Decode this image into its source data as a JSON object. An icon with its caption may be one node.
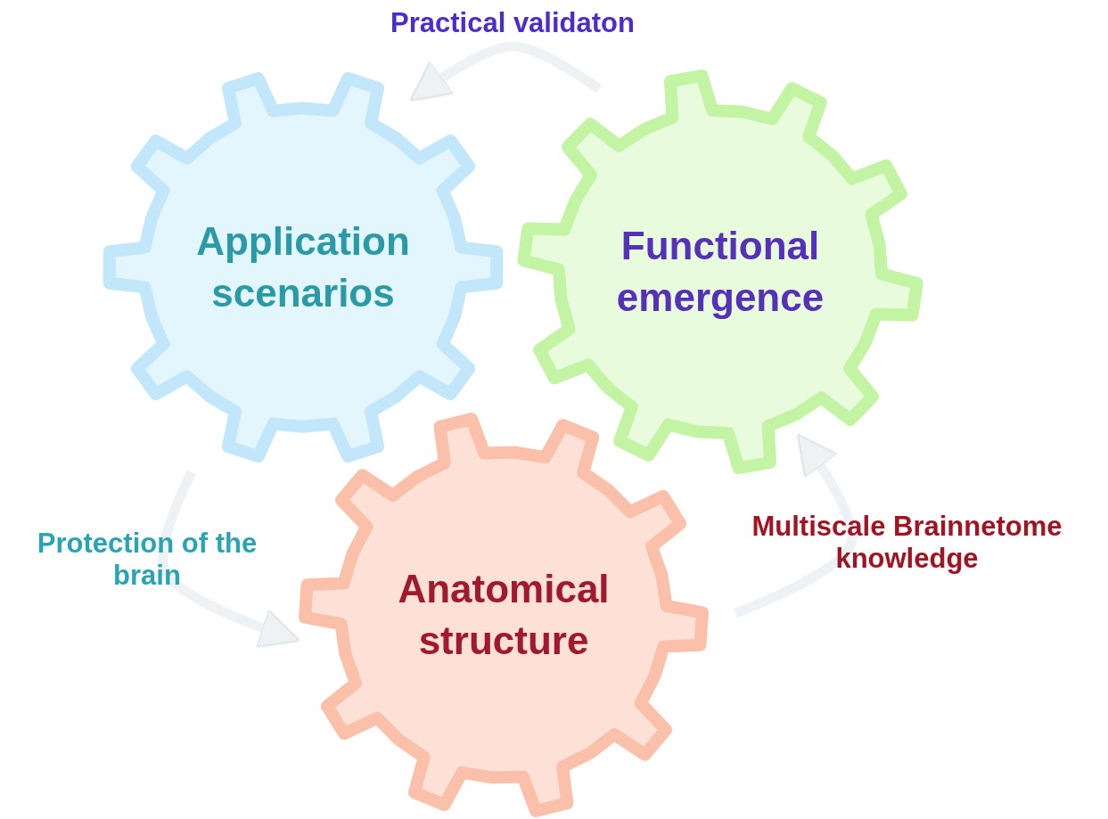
{
  "diagram": {
    "nodes": [
      {
        "text": [
          "Application scenarios"
        ]
      },
      {
        "text": [
          "Functional emergence"
        ]
      },
      {
        "text": [
          "Anatomical structure"
        ]
      }
    ],
    "edges": [
      {
        "from": 1,
        "to": 0,
        "arrow": "to",
        "label": "Practical validaton"
      },
      {
        "from": 0,
        "to": 2,
        "arrow": "to",
        "label": "Protection of the brain"
      },
      {
        "from": 2,
        "to": 1,
        "arrow": "to",
        "label": "Multiscale Brainnetome knowledge"
      }
    ]
  }
}
